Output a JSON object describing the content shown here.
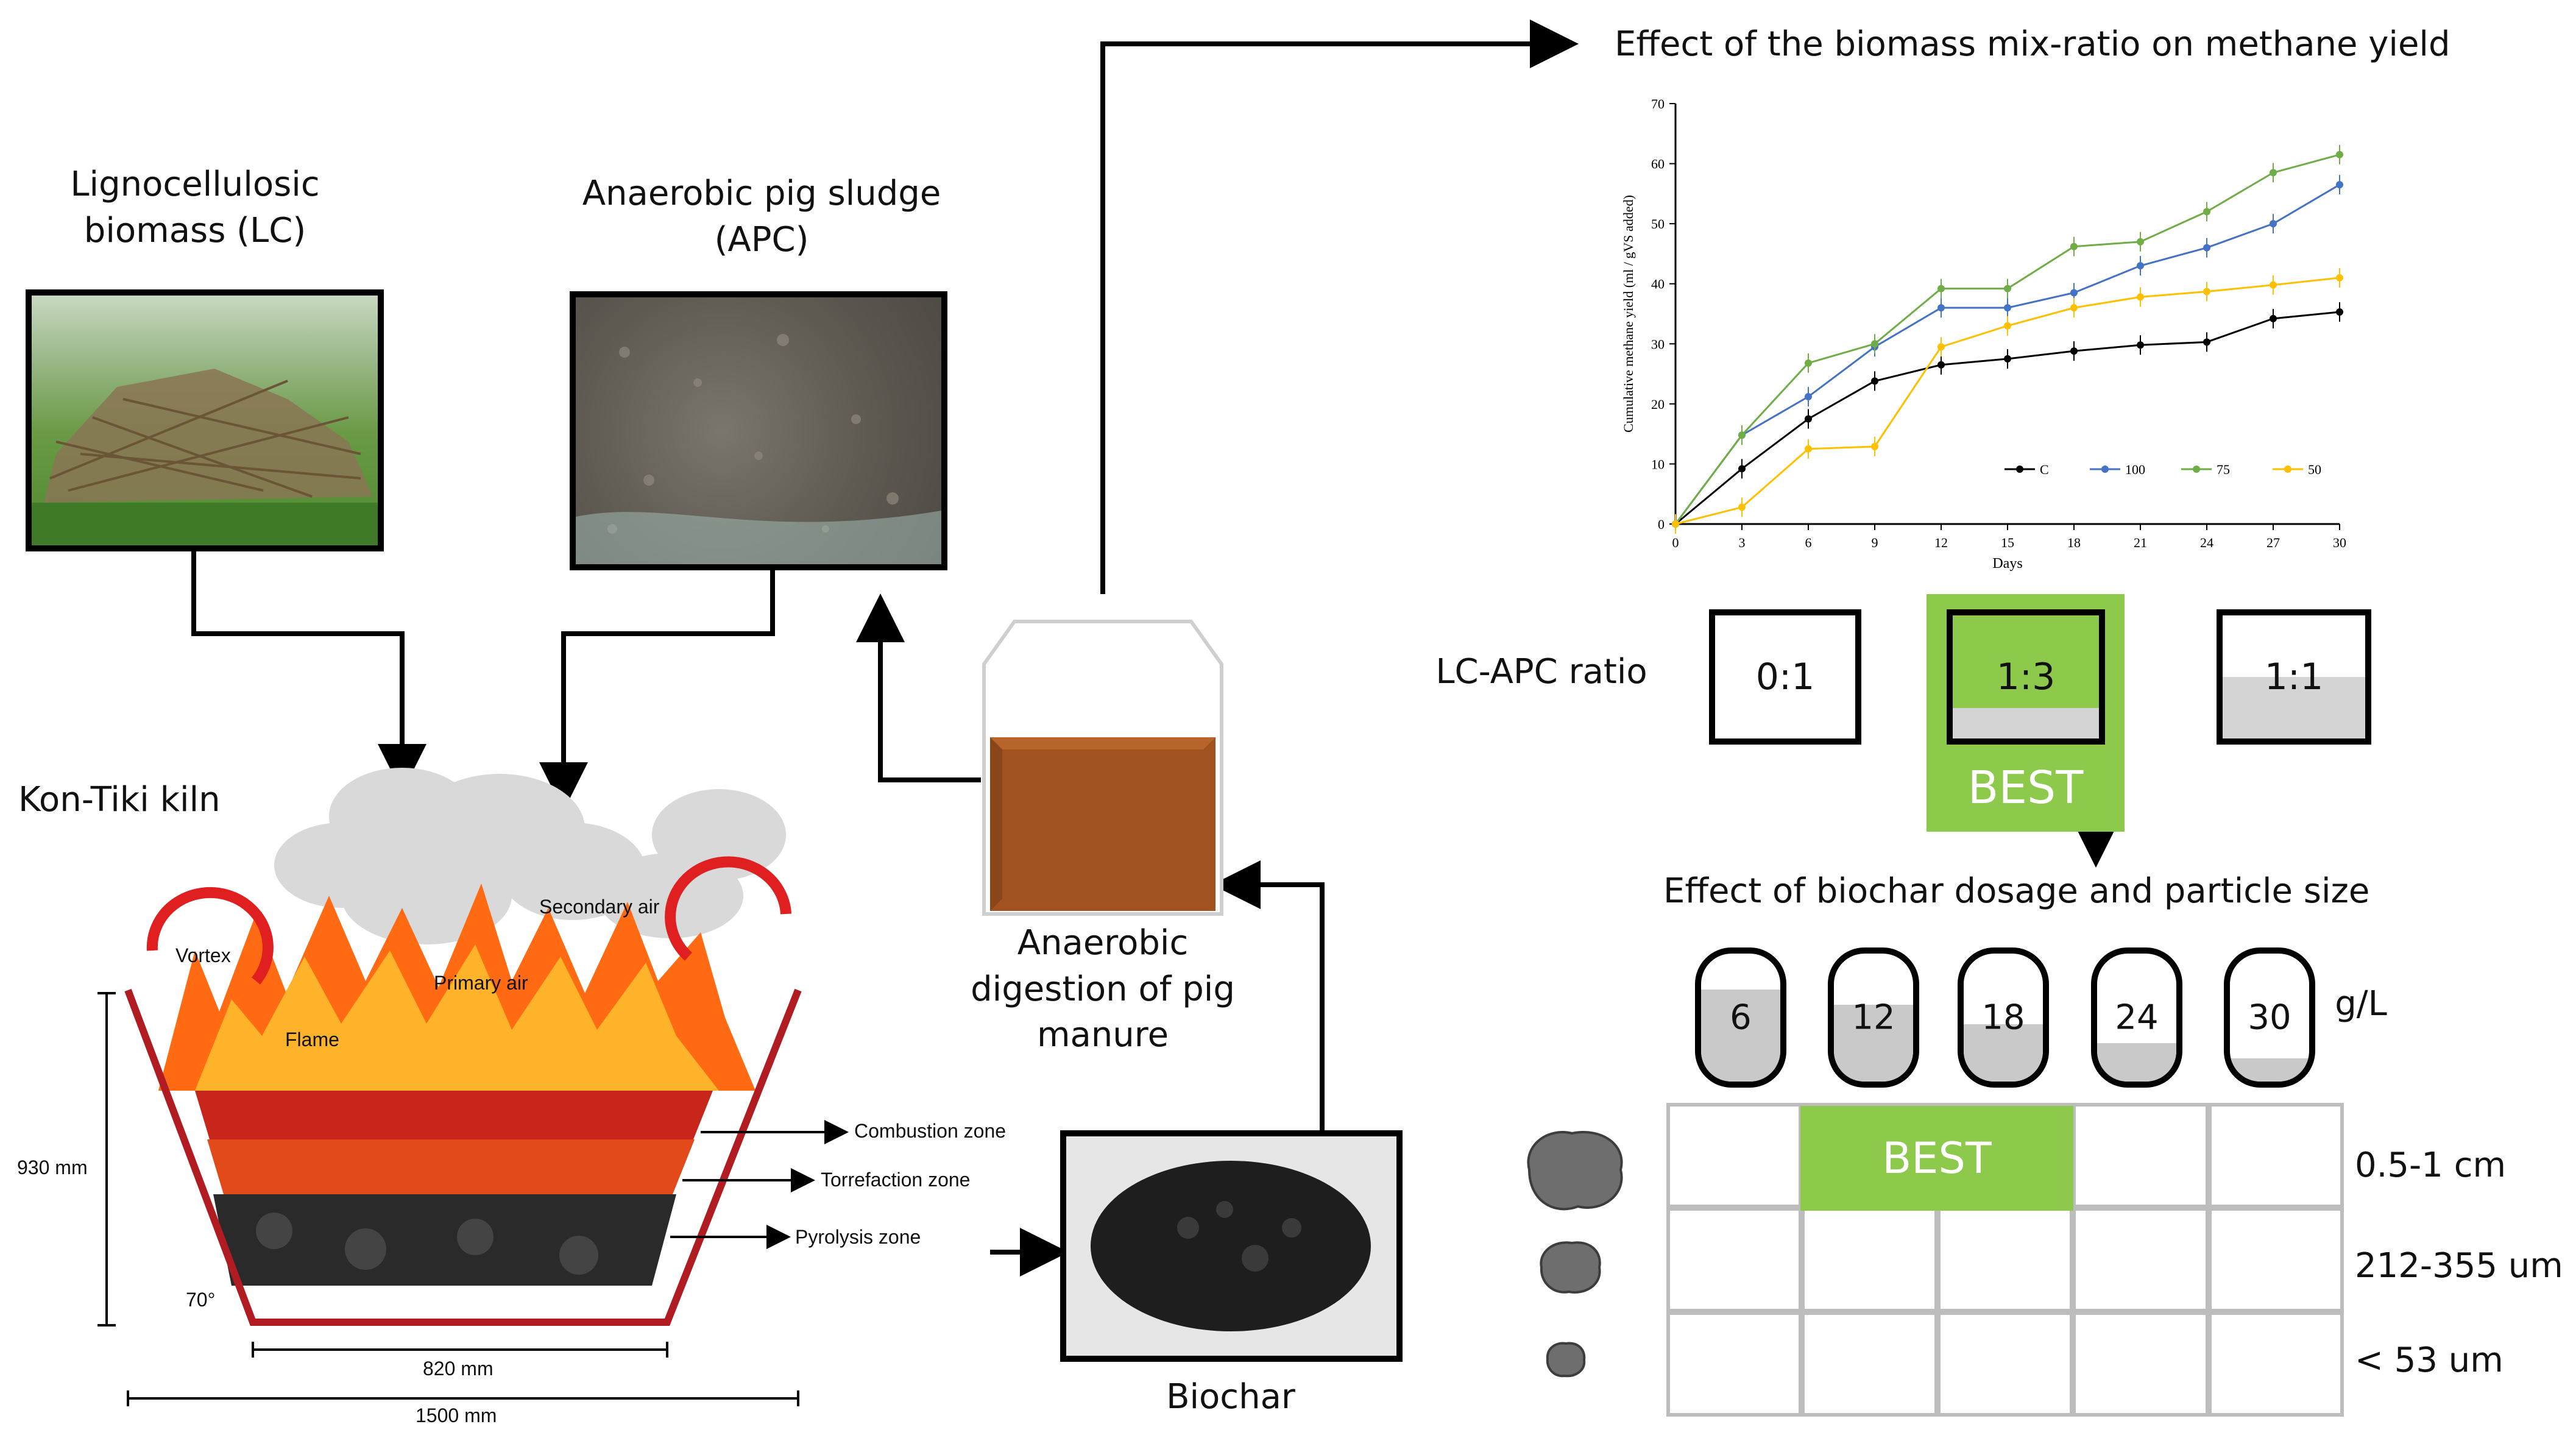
{
  "titles": {
    "lc": "Lignocellulosic biomass (LC)",
    "lc_line1": "Lignocellulosic",
    "lc_line2": "biomass (LC)",
    "apc_line1": "Anaerobic pig sludge",
    "apc_line2": "(APC)",
    "kiln": "Kon-Tiki kiln",
    "digestion_line1": "Anaerobic",
    "digestion_line2": "digestion of pig",
    "digestion_line3": "manure",
    "biochar": "Biochar",
    "effect_mix": "Effect of the biomass mix-ratio on methane yield",
    "effect_dosage": "Effect of biochar dosage and particle size"
  },
  "kiln_labels": {
    "vortex": "Vortex",
    "secondary_air": "Secondary air",
    "primary_air": "Primary air",
    "flame": "Flame",
    "combustion_zone": "Combustion zone",
    "torrefaction_zone": "Torrefaction zone",
    "pyrolysis_zone": "Pyrolysis zone",
    "height": "930 mm",
    "angle": "70°",
    "bottom_width": "820 mm",
    "top_width": "1500 mm"
  },
  "ratio": {
    "label": "LC-APC ratio",
    "boxes": [
      {
        "text": "0:1",
        "fill": 0
      },
      {
        "text": "1:3",
        "fill": 0.25
      },
      {
        "text": "1:1",
        "fill": 0.5
      }
    ],
    "best_label": "BEST"
  },
  "dosage": {
    "unit": "g/L",
    "vials": [
      {
        "text": "6",
        "fill": 0.72
      },
      {
        "text": "12",
        "fill": 0.6
      },
      {
        "text": "18",
        "fill": 0.45
      },
      {
        "text": "24",
        "fill": 0.3
      },
      {
        "text": "30",
        "fill": 0.18
      }
    ],
    "sizes": [
      "0.5-1 cm",
      "212-355 um",
      "< 53 um"
    ],
    "best_label": "BEST"
  },
  "colors": {
    "green": "#8dc94b",
    "arrow": "#000000",
    "kiln": "#b01c22",
    "series_C": "#000000",
    "series_100": "#4472c4",
    "series_75": "#70ad47",
    "series_50": "#ffc000"
  },
  "chart_data": {
    "type": "line",
    "title": "",
    "xlabel": "Days",
    "ylabel": "Cumulative methane yield (ml / gVS added)",
    "x": [
      0,
      3,
      6,
      9,
      12,
      15,
      18,
      21,
      24,
      27,
      30
    ],
    "xticks": [
      "0",
      "3",
      "6",
      "9",
      "12",
      "15",
      "18",
      "21",
      "24",
      "27",
      "30"
    ],
    "yticks": [
      "0",
      "10",
      "20",
      "30",
      "40",
      "50",
      "60",
      "70"
    ],
    "xlim": [
      0,
      30
    ],
    "ylim": [
      0,
      70
    ],
    "grid": false,
    "legend": "bottom-right",
    "series": [
      {
        "name": "C",
        "values": [
          0,
          9.2,
          17.5,
          23.8,
          26.5,
          27.5,
          28.8,
          29.8,
          30.3,
          34.2,
          35.3
        ]
      },
      {
        "name": "100",
        "values": [
          0,
          14.8,
          21.2,
          29.5,
          36.0,
          36.0,
          38.5,
          43.0,
          46.0,
          50.0,
          56.5
        ]
      },
      {
        "name": "75",
        "values": [
          0,
          14.8,
          26.8,
          30.0,
          39.2,
          39.2,
          46.2,
          47.0,
          52.0,
          58.5,
          61.5
        ]
      },
      {
        "name": "50",
        "values": [
          0,
          2.8,
          12.5,
          12.9,
          29.5,
          33.0,
          36.0,
          37.8,
          38.7,
          39.8,
          41.0
        ]
      }
    ]
  }
}
